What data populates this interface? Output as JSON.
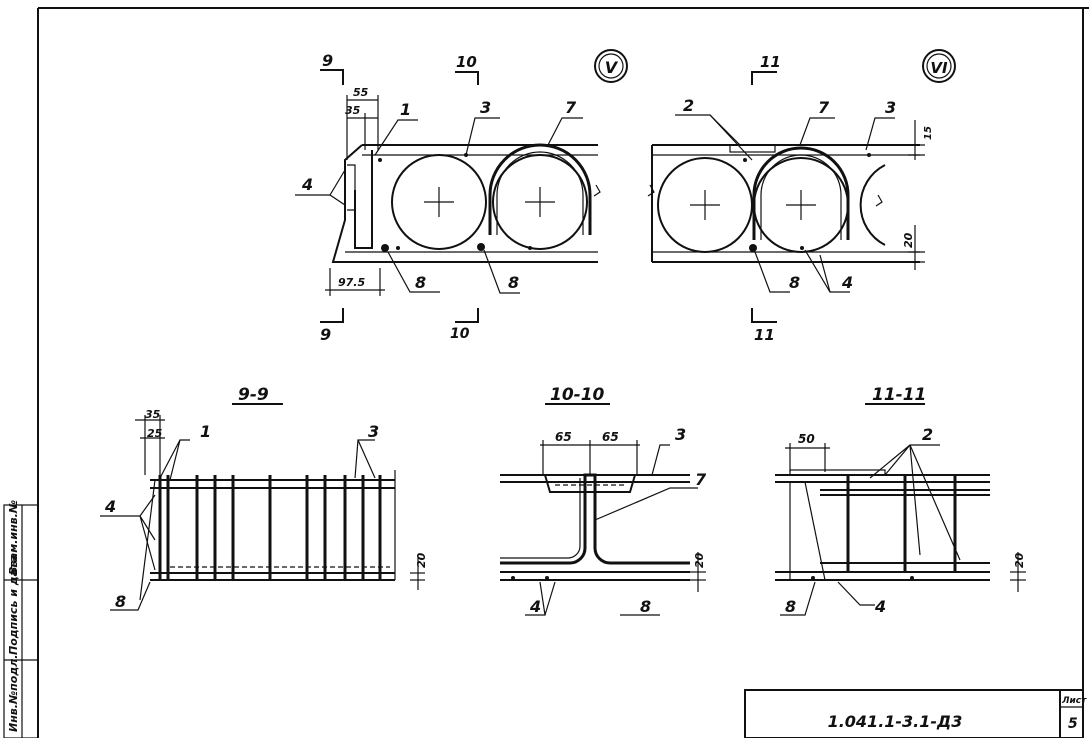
{
  "sections": {
    "s9": "9-9",
    "s10": "10-10",
    "s11": "11-11"
  },
  "cut_marks": {
    "n9": "9",
    "n10": "10",
    "n11": "11"
  },
  "node_marks": {
    "v": "V",
    "vi": "VI"
  },
  "positions": {
    "p1": "1",
    "p2": "2",
    "p3": "3",
    "p4": "4",
    "p7": "7",
    "p8": "8"
  },
  "dims": {
    "d55": "55",
    "d35": "35",
    "d975": "97.5",
    "d15": "15",
    "d20": "20",
    "d25": "25",
    "d65": "65",
    "d50": "50"
  },
  "sidebar": {
    "col1": "Инв.№подл.",
    "col2": "Подпись и дата",
    "col3": "Взам.инв.№"
  },
  "title_block": {
    "code": "1.041.1-3.1-Д3",
    "sheet_label": "Лист",
    "sheet_number": "5"
  }
}
